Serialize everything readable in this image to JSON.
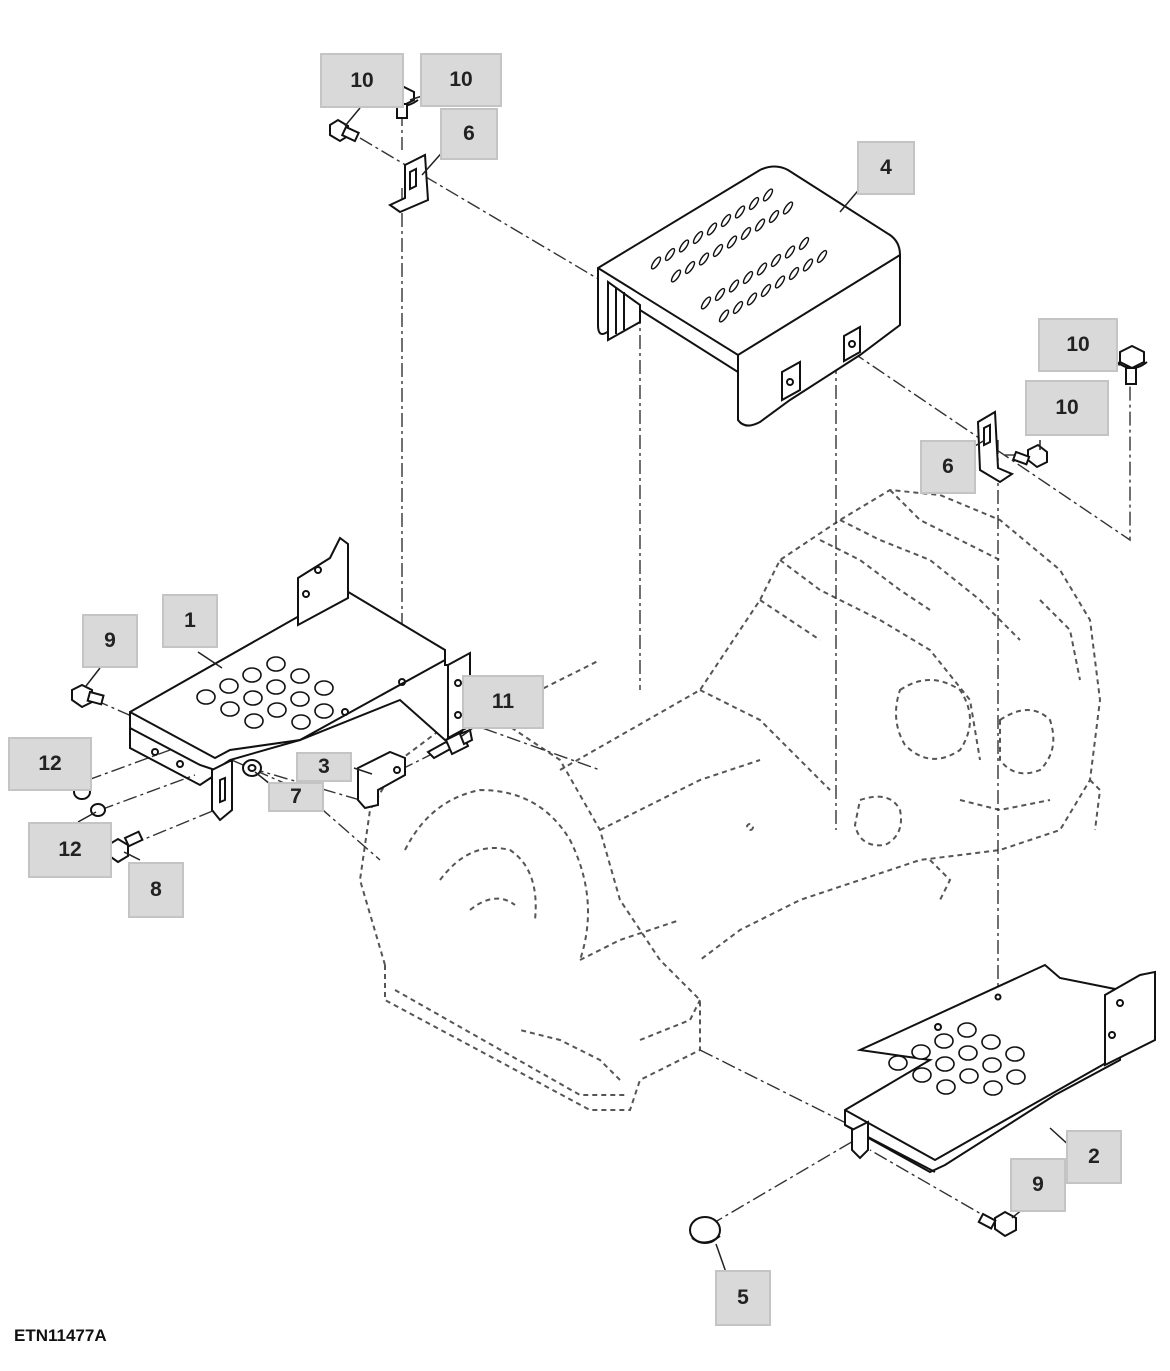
{
  "figure": {
    "id": "ETN11477A"
  },
  "callouts": {
    "c10a": "10",
    "c10b": "10",
    "c6a": "6",
    "c4": "4",
    "c10c": "10",
    "c10d": "10",
    "c6b": "6",
    "c1": "1",
    "c9a": "9",
    "c11": "11",
    "c12a": "12",
    "c3": "3",
    "c7": "7",
    "c12b": "12",
    "c8": "8",
    "c2": "2",
    "c9b": "9",
    "c5": "5"
  }
}
